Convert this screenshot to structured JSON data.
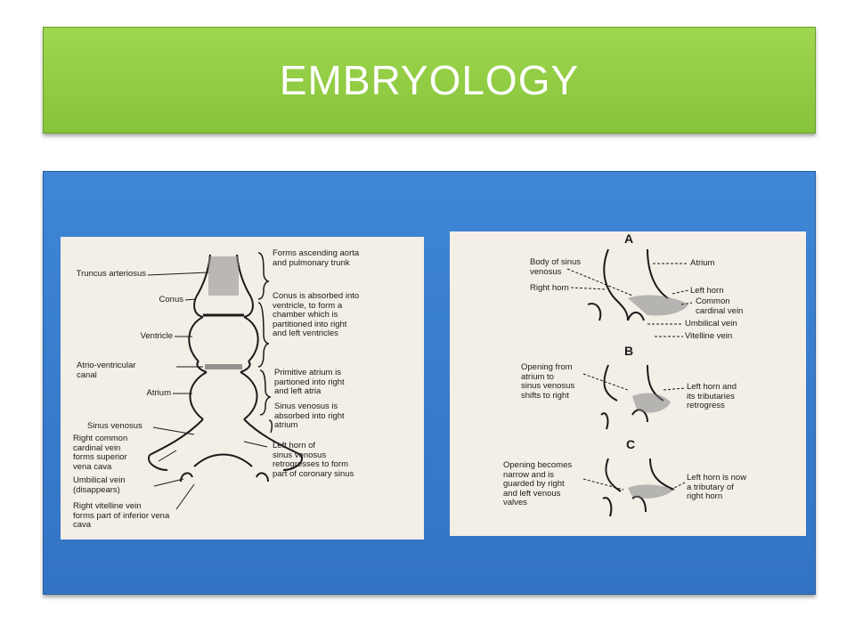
{
  "title": "EMBRYOLOGY",
  "left_figure": {
    "labels_left": {
      "truncus": "Truncus arteriosus",
      "conus": "Conus",
      "ventricle": "Ventricle",
      "av_canal": "Atrio-ventricular\ncanal",
      "atrium": "Atrium",
      "sinus": "Sinus venosus",
      "right_common_cardinal": "Right common\ncardinal vein\nforms superior\nvena cava",
      "umbilical": "Umbilical vein\n(disappears)",
      "right_vitelline": "Right vitelline vein\nforms part of inferior vena\ncava"
    },
    "labels_right": {
      "truncus_fate": "Forms ascending aorta\nand pulmonary trunk",
      "conus_fate": "Conus is absorbed into\nventricle, to form a\nchamber which is\npartitioned into right\nand left ventricles",
      "atrium_fate": "Primitive atrium is\npartioned into right\nand left atria",
      "sinus_fate": "Sinus venosus is\nabsorbed into right\natrium",
      "left_horn_fate": "Left horn of\nsinus venosus\nretrogresses to form\npart of coronary sinus"
    }
  },
  "right_figure": {
    "panel_letters": [
      "A",
      "B",
      "C"
    ],
    "panel_a": {
      "body": "Body of sinus\nvenosus",
      "right_horn": "Right horn",
      "atrium": "Atrium",
      "left_horn": "Left horn",
      "common_cardinal": "Common\ncardinal vein",
      "umbilical": "Umbilical vein",
      "vitelline": "Vitelline vein"
    },
    "panel_b": {
      "opening": "Opening  from\natrium to\nsinus venosus\nshifts to right",
      "left_horn": "Left horn and\nits tributaries\nretrogress"
    },
    "panel_c": {
      "opening": "Opening becomes\nnarrow and is\nguarded by right\nand left venous\nvalves",
      "left_horn": "Left horn is now\na tributary of\nright horn"
    }
  }
}
